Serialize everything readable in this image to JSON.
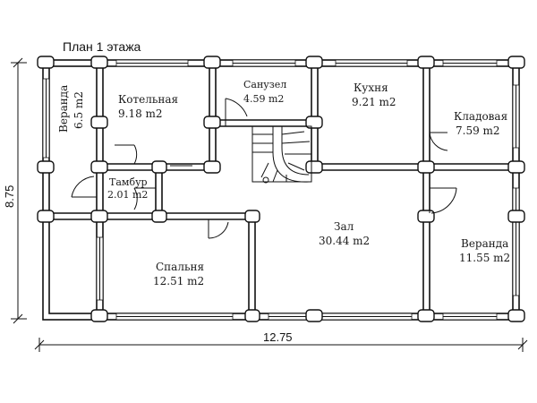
{
  "plan": {
    "title": "План 1 этажа",
    "dim_horizontal": "12.75",
    "dim_vertical": "8.75"
  },
  "rooms": {
    "veranda_left": {
      "name": "Веранда",
      "area": "6.5 m2"
    },
    "boiler": {
      "name": "Котельная",
      "area": "9.18 m2"
    },
    "bathroom": {
      "name": "Санузел",
      "area": "4.59 m2"
    },
    "kitchen": {
      "name": "Кухня",
      "area": "9.21 m2"
    },
    "pantry": {
      "name": "Кладовая",
      "area": "7.59 m2"
    },
    "vestibule": {
      "name": "Тамбур",
      "area": "2.01 m2"
    },
    "hall": {
      "name": "Зал",
      "area": "30.44 m2"
    },
    "veranda_right": {
      "name": "Веранда",
      "area": "11.55 m2"
    },
    "bedroom": {
      "name": "Спальня",
      "area": "12.51 m2"
    }
  }
}
